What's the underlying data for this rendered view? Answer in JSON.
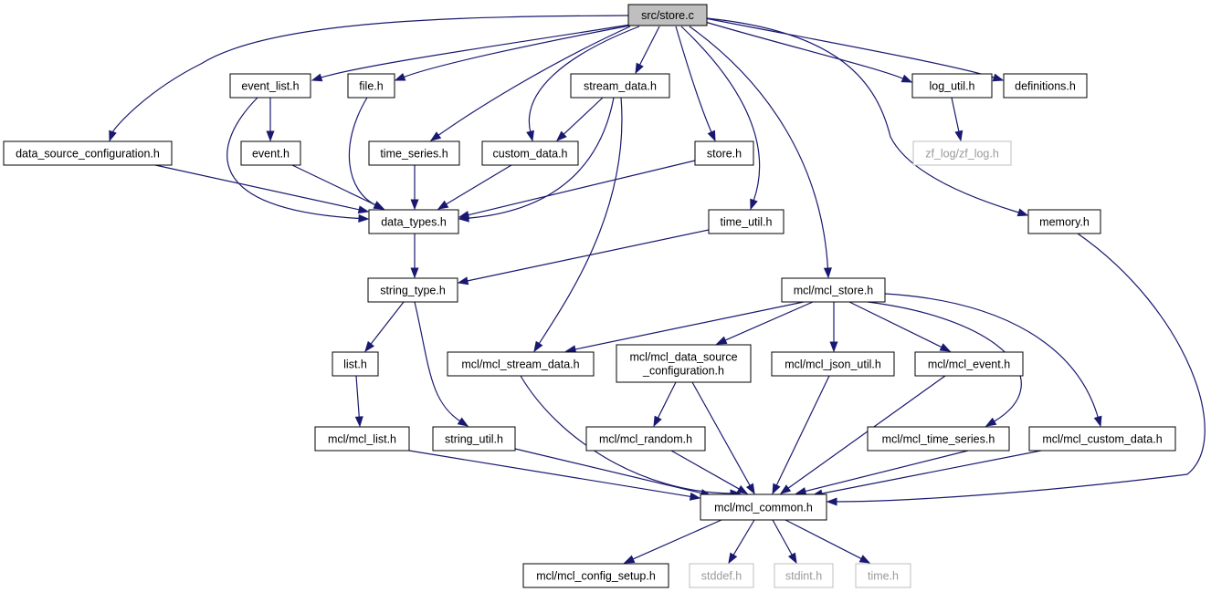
{
  "graph": {
    "colors": {
      "edge": "#191970",
      "root_fill": "#bfbfbf",
      "node_fill": "#ffffff",
      "node_border": "#000000",
      "missing_border": "#bfbfbf",
      "missing_text": "#9a9a9a"
    },
    "nodes": [
      {
        "id": "src_store_c",
        "label": "src/store.c",
        "style": "root"
      },
      {
        "id": "event_list_h",
        "label": "event_list.h",
        "style": "normal"
      },
      {
        "id": "file_h",
        "label": "file.h",
        "style": "normal"
      },
      {
        "id": "stream_data_h",
        "label": "stream_data.h",
        "style": "normal"
      },
      {
        "id": "log_util_h",
        "label": "log_util.h",
        "style": "normal"
      },
      {
        "id": "definitions_h",
        "label": "definitions.h",
        "style": "normal"
      },
      {
        "id": "data_source_configuration_h",
        "label": "data_source_configuration.h",
        "style": "normal"
      },
      {
        "id": "event_h",
        "label": "event.h",
        "style": "normal"
      },
      {
        "id": "time_series_h",
        "label": "time_series.h",
        "style": "normal"
      },
      {
        "id": "custom_data_h",
        "label": "custom_data.h",
        "style": "normal"
      },
      {
        "id": "store_h",
        "label": "store.h",
        "style": "normal"
      },
      {
        "id": "zf_log_h",
        "label": "zf_log/zf_log.h",
        "style": "missing"
      },
      {
        "id": "data_types_h",
        "label": "data_types.h",
        "style": "normal"
      },
      {
        "id": "time_util_h",
        "label": "time_util.h",
        "style": "normal"
      },
      {
        "id": "memory_h",
        "label": "memory.h",
        "style": "normal"
      },
      {
        "id": "string_type_h",
        "label": "string_type.h",
        "style": "normal"
      },
      {
        "id": "mcl_store_h",
        "label": "mcl/mcl_store.h",
        "style": "normal"
      },
      {
        "id": "list_h",
        "label": "list.h",
        "style": "normal"
      },
      {
        "id": "mcl_stream_data_h",
        "label": "mcl/mcl_stream_data.h",
        "style": "normal"
      },
      {
        "id": "mcl_data_source_configuration_h",
        "label": "mcl/mcl_data_source\n_configuration.h",
        "style": "normal"
      },
      {
        "id": "mcl_json_util_h",
        "label": "mcl/mcl_json_util.h",
        "style": "normal"
      },
      {
        "id": "mcl_event_h",
        "label": "mcl/mcl_event.h",
        "style": "normal"
      },
      {
        "id": "mcl_list_h",
        "label": "mcl/mcl_list.h",
        "style": "normal"
      },
      {
        "id": "string_util_h",
        "label": "string_util.h",
        "style": "normal"
      },
      {
        "id": "mcl_random_h",
        "label": "mcl/mcl_random.h",
        "style": "normal"
      },
      {
        "id": "mcl_time_series_h",
        "label": "mcl/mcl_time_series.h",
        "style": "normal"
      },
      {
        "id": "mcl_custom_data_h",
        "label": "mcl/mcl_custom_data.h",
        "style": "normal"
      },
      {
        "id": "mcl_common_h",
        "label": "mcl/mcl_common.h",
        "style": "normal"
      },
      {
        "id": "mcl_config_setup_h",
        "label": "mcl/mcl_config_setup.h",
        "style": "normal"
      },
      {
        "id": "stddef_h",
        "label": "stddef.h",
        "style": "missing"
      },
      {
        "id": "stdint_h",
        "label": "stdint.h",
        "style": "missing"
      },
      {
        "id": "time_h",
        "label": "time.h",
        "style": "missing"
      }
    ],
    "edges": [
      {
        "from": "src_store_c",
        "to": "event_list_h"
      },
      {
        "from": "src_store_c",
        "to": "file_h"
      },
      {
        "from": "src_store_c",
        "to": "stream_data_h"
      },
      {
        "from": "src_store_c",
        "to": "log_util_h"
      },
      {
        "from": "src_store_c",
        "to": "definitions_h"
      },
      {
        "from": "src_store_c",
        "to": "data_source_configuration_h"
      },
      {
        "from": "src_store_c",
        "to": "time_series_h"
      },
      {
        "from": "src_store_c",
        "to": "custom_data_h"
      },
      {
        "from": "src_store_c",
        "to": "store_h"
      },
      {
        "from": "src_store_c",
        "to": "time_util_h"
      },
      {
        "from": "src_store_c",
        "to": "memory_h"
      },
      {
        "from": "src_store_c",
        "to": "mcl_store_h"
      },
      {
        "from": "event_list_h",
        "to": "event_h"
      },
      {
        "from": "event_list_h",
        "to": "data_types_h"
      },
      {
        "from": "file_h",
        "to": "data_types_h"
      },
      {
        "from": "stream_data_h",
        "to": "custom_data_h"
      },
      {
        "from": "stream_data_h",
        "to": "data_types_h"
      },
      {
        "from": "stream_data_h",
        "to": "mcl_stream_data_h"
      },
      {
        "from": "log_util_h",
        "to": "zf_log_h"
      },
      {
        "from": "data_source_configuration_h",
        "to": "data_types_h"
      },
      {
        "from": "event_h",
        "to": "data_types_h"
      },
      {
        "from": "time_series_h",
        "to": "data_types_h"
      },
      {
        "from": "custom_data_h",
        "to": "data_types_h"
      },
      {
        "from": "store_h",
        "to": "data_types_h"
      },
      {
        "from": "data_types_h",
        "to": "string_type_h"
      },
      {
        "from": "time_util_h",
        "to": "string_type_h"
      },
      {
        "from": "memory_h",
        "to": "mcl_common_h"
      },
      {
        "from": "string_type_h",
        "to": "list_h"
      },
      {
        "from": "string_type_h",
        "to": "string_util_h"
      },
      {
        "from": "mcl_store_h",
        "to": "mcl_stream_data_h"
      },
      {
        "from": "mcl_store_h",
        "to": "mcl_data_source_configuration_h"
      },
      {
        "from": "mcl_store_h",
        "to": "mcl_json_util_h"
      },
      {
        "from": "mcl_store_h",
        "to": "mcl_event_h"
      },
      {
        "from": "mcl_store_h",
        "to": "mcl_time_series_h"
      },
      {
        "from": "mcl_store_h",
        "to": "mcl_custom_data_h"
      },
      {
        "from": "list_h",
        "to": "mcl_list_h"
      },
      {
        "from": "mcl_stream_data_h",
        "to": "mcl_common_h"
      },
      {
        "from": "mcl_data_source_configuration_h",
        "to": "mcl_random_h"
      },
      {
        "from": "mcl_data_source_configuration_h",
        "to": "mcl_common_h"
      },
      {
        "from": "mcl_json_util_h",
        "to": "mcl_common_h"
      },
      {
        "from": "mcl_event_h",
        "to": "mcl_common_h"
      },
      {
        "from": "mcl_list_h",
        "to": "mcl_common_h"
      },
      {
        "from": "string_util_h",
        "to": "mcl_common_h"
      },
      {
        "from": "mcl_random_h",
        "to": "mcl_common_h"
      },
      {
        "from": "mcl_time_series_h",
        "to": "mcl_common_h"
      },
      {
        "from": "mcl_custom_data_h",
        "to": "mcl_common_h"
      },
      {
        "from": "mcl_common_h",
        "to": "mcl_config_setup_h"
      },
      {
        "from": "mcl_common_h",
        "to": "stddef_h"
      },
      {
        "from": "mcl_common_h",
        "to": "stdint_h"
      },
      {
        "from": "mcl_common_h",
        "to": "time_h"
      }
    ]
  }
}
